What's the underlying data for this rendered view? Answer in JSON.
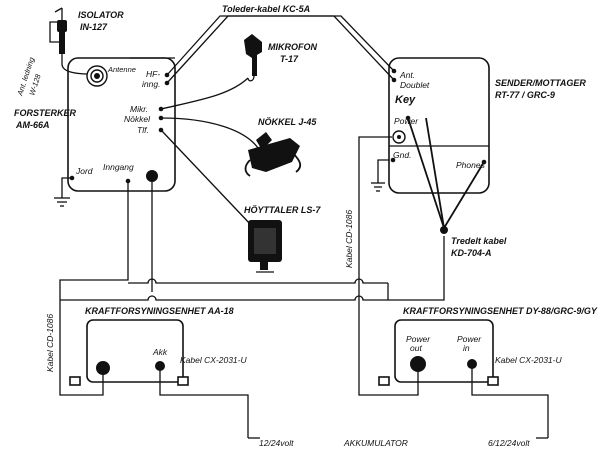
{
  "labels": {
    "isolator": "ISOLATOR",
    "isolator_model": "IN-127",
    "ant_ledning": "Ant. ledning",
    "ant_ledning_model": "W-128",
    "antenne": "Antenne",
    "forsterker": "FORSTERKER",
    "forsterker_model": "AM-66A",
    "hf_inng_1": "HF-",
    "hf_inng_2": "inng.",
    "mikr": "Mikr.",
    "nokkel_port": "Nökkel",
    "tlf": "Tlf.",
    "jord": "Jord",
    "inngang": "Inngang",
    "toleder_kabel": "Toleder-kabel  KC-5A",
    "mikrofon": "MIKROFON",
    "mikrofon_model": "T-17",
    "nokkel_device": "NÖKKEL  J-45",
    "hoyttaler": "HÖYTTALER  LS-7",
    "ant_1": "Ant.",
    "doublet": "Doublet",
    "key": "Key",
    "power": "Power",
    "gnd": "Gnd.",
    "phones": "Phones",
    "sender_mottager": "SENDER/MOTTAGER",
    "sender_model": "RT-77 / GRC-9",
    "tredelt_kabel": "Tredelt kabel",
    "tredelt_model": "KD-704-A",
    "kabel_cd_center": "Kabel  CD-1086",
    "kabel_cd_left": "Kabel  CD-1086",
    "kraft_left": "KRAFTFORSYNINGSENHET  AA-18",
    "akk": "Akk",
    "kabel_cx_left": "Kabel  CX-2031-U",
    "kraft_right": "KRAFTFORSYNINGSENHET  DY-88/GRC-9/GY",
    "power_out_1": "Power",
    "power_out_2": "out",
    "power_in_1": "Power",
    "power_in_2": "in",
    "kabel_cx_right": "Kabel  CX-2031-U",
    "volt_left": "12/24volt",
    "akkumulator": "AKKUMULATOR",
    "volt_right": "6/12/24volt"
  }
}
